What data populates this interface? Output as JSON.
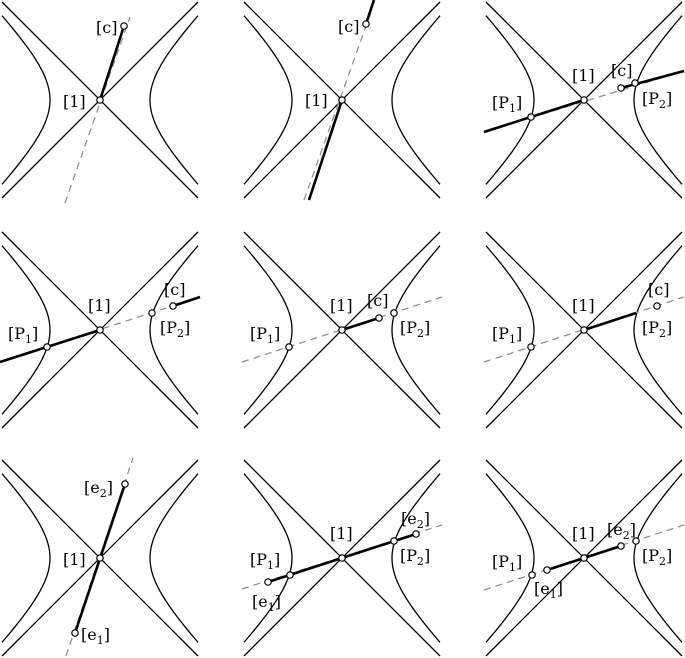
{
  "panels": [
    {
      "id": "p1",
      "labels": [
        {
          "key": "c",
          "base": "[c]"
        },
        {
          "key": "one",
          "base": "[1]"
        }
      ]
    },
    {
      "id": "p2",
      "labels": [
        {
          "key": "c",
          "base": "[c]"
        },
        {
          "key": "one",
          "base": "[1]"
        }
      ]
    },
    {
      "id": "p3",
      "labels": [
        {
          "key": "one",
          "base": "[1]"
        },
        {
          "key": "c",
          "base": "[c]"
        },
        {
          "key": "P1",
          "base": "[P",
          "sub": "1",
          "close": "]"
        },
        {
          "key": "P2",
          "base": "[P",
          "sub": "2",
          "close": "]"
        }
      ]
    },
    {
      "id": "p4",
      "labels": [
        {
          "key": "c",
          "base": "[c]"
        },
        {
          "key": "one",
          "base": "[1]"
        },
        {
          "key": "P1",
          "base": "[P",
          "sub": "1",
          "close": "]"
        },
        {
          "key": "P2",
          "base": "[P",
          "sub": "2",
          "close": "]"
        }
      ]
    },
    {
      "id": "p5",
      "labels": [
        {
          "key": "c",
          "base": "[c]"
        },
        {
          "key": "one",
          "base": "[1]"
        },
        {
          "key": "P1",
          "base": "[P",
          "sub": "1",
          "close": "]"
        },
        {
          "key": "P2",
          "base": "[P",
          "sub": "2",
          "close": "]"
        }
      ]
    },
    {
      "id": "p6",
      "labels": [
        {
          "key": "c",
          "base": "[c]"
        },
        {
          "key": "one",
          "base": "[1]"
        },
        {
          "key": "P1",
          "base": "[P",
          "sub": "1",
          "close": "]"
        },
        {
          "key": "P2",
          "base": "[P",
          "sub": "2",
          "close": "]"
        }
      ]
    },
    {
      "id": "p7",
      "labels": [
        {
          "key": "e2",
          "base": "[e",
          "sub": "2",
          "close": "]"
        },
        {
          "key": "one",
          "base": "[1]"
        },
        {
          "key": "e1",
          "base": "[e",
          "sub": "1",
          "close": "]"
        }
      ]
    },
    {
      "id": "p8",
      "labels": [
        {
          "key": "e2",
          "base": "[e",
          "sub": "2",
          "close": "]"
        },
        {
          "key": "one",
          "base": "[1]"
        },
        {
          "key": "P1",
          "base": "[P",
          "sub": "1",
          "close": "]"
        },
        {
          "key": "P2",
          "base": "[P",
          "sub": "2",
          "close": "]"
        },
        {
          "key": "e1",
          "base": "[e",
          "sub": "1",
          "close": "]"
        }
      ]
    },
    {
      "id": "p9",
      "labels": [
        {
          "key": "e2",
          "base": "[e",
          "sub": "2",
          "close": "]"
        },
        {
          "key": "one",
          "base": "[1]"
        },
        {
          "key": "P1",
          "base": "[P",
          "sub": "1",
          "close": "]"
        },
        {
          "key": "P2",
          "base": "[P",
          "sub": "2",
          "close": "]"
        },
        {
          "key": "e1",
          "base": "[e",
          "sub": "1",
          "close": "]"
        }
      ]
    }
  ]
}
